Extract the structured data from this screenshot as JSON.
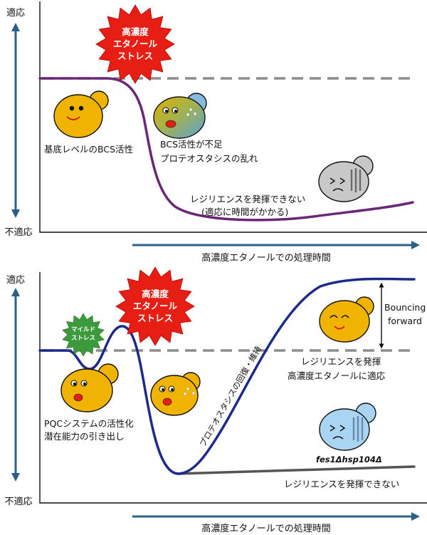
{
  "top_panel": {
    "y_axis_top": "適応",
    "y_axis_bottom": "不適応",
    "x_axis_label": "高濃度エタノールでの処理時間",
    "stress_lines": [
      "高濃度",
      "エタノール",
      "ストレス"
    ],
    "label_baseline": "基底レベルのBCS活性",
    "label_bcs_low": [
      "BCS活性が不足",
      "プロテオスタシスの乱れ"
    ],
    "label_no_resilience": [
      "レジリエンスを発揮できない",
      "(適応に時間がかかる)"
    ]
  },
  "bottom_panel": {
    "y_axis_top": "適応",
    "y_axis_bottom": "不適応",
    "x_axis_label": "高濃度エタノールでの処理時間",
    "mild_lines": [
      "マイルド",
      "ストレス"
    ],
    "stress_lines": [
      "高濃度",
      "エタノール",
      "ストレス"
    ],
    "label_pqc": [
      "PQCシステムの活性化",
      "潜在能力の引き出し"
    ],
    "label_recovery": "プロテオスタシスの回復・維持",
    "label_bouncing": [
      "Bouncing",
      "forward"
    ],
    "label_resilience": [
      "レジリエンスを発揮",
      "高濃度エタノールに適応"
    ],
    "label_mutant": "fes1Δhsp104Δ",
    "label_no_resilience": "レジリエンスを発揮できない"
  },
  "colors": {
    "axis": "#2c5f87",
    "curve_top": "#6a2775",
    "curve_bottom": "#1d2a8c",
    "curve_mutant": "#555555",
    "dashed": "#8c8c8c",
    "burst": "#e61e14",
    "mild": "#3c9a3c",
    "cell_healthy": "#f0b400",
    "cell_gray": "#c8c8c8",
    "cell_blue": "#a9d4f2"
  }
}
